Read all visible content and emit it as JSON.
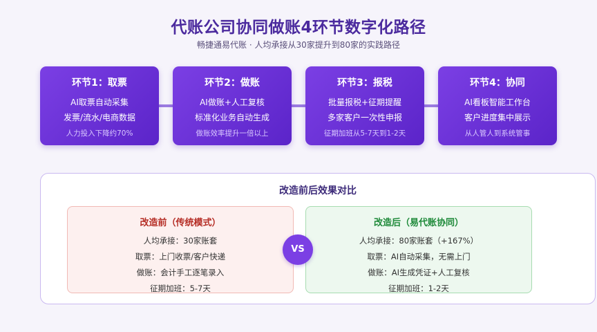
{
  "header": {
    "title": "代账公司协同做账4环节数字化路径",
    "subtitle": "畅捷通易代账 · 人均承接从30家提升到80家的实践路径"
  },
  "steps": [
    {
      "title": "环节1：取票",
      "line1": "AI取票自动采集",
      "line2": "发票/流水/电商数据",
      "note": "人力投入下降约70%"
    },
    {
      "title": "环节2：做账",
      "line1": "AI做账+人工复核",
      "line2": "标准化业务自动生成",
      "note": "做账效率提升一倍以上"
    },
    {
      "title": "环节3：报税",
      "line1": "批量报税+征期提醒",
      "line2": "多家客户一次性申报",
      "note": "征期加班从5-7天到1-2天"
    },
    {
      "title": "环节4：协同",
      "line1": "AI看板智能工作台",
      "line2": "客户进度集中展示",
      "note": "从人管人到系统管事"
    }
  ],
  "comparison": {
    "title": "改造前后效果对比",
    "vs": "VS",
    "before": {
      "title": "改造前（传统模式）",
      "lines": [
        "人均承接：30家账套",
        "取票：上门收票/客户快递",
        "做账：会计手工逐笔录入",
        "征期加班：5-7天"
      ]
    },
    "after": {
      "title": "改造后（易代账协同）",
      "lines": [
        "人均承接：80家账套（+167%）",
        "取票：AI自动采集，无需上门",
        "做账：AI生成凭证+人工复核",
        "征期加班：1-2天"
      ]
    }
  },
  "colors": {
    "accent": "#7b3fe4",
    "before": "#b52d25",
    "after": "#1f8a3a"
  }
}
